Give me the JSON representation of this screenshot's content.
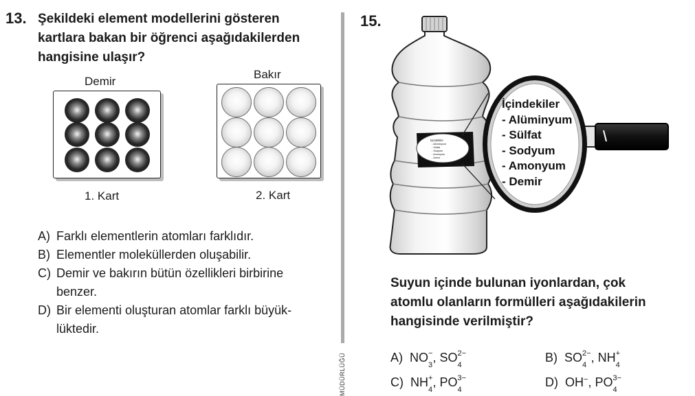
{
  "q13": {
    "number": "13.",
    "text_lines": [
      "Şekildeki element modellerini gösteren",
      "kartlara bakan bir öğrenci aşağıdakilerden",
      "hangisine ulaşır?"
    ],
    "card1": {
      "title": "Demir",
      "caption": "1. Kart"
    },
    "card2": {
      "title": "Bakır",
      "caption": "2. Kart"
    },
    "options": [
      {
        "label": "A)",
        "lines": [
          "Farklı elementlerin atomları farklıdır."
        ]
      },
      {
        "label": "B)",
        "lines": [
          "Elementler moleküllerden oluşabilir."
        ]
      },
      {
        "label": "C)",
        "lines": [
          "Demir ve bakırın bütün özellikleri birbirine",
          "benzer."
        ]
      },
      {
        "label": "D)",
        "lines": [
          "Bir elementi oluşturan atomlar farklı büyük-",
          "lüktedir."
        ]
      }
    ]
  },
  "side_text": "MÜDÜRLÜĞÜ",
  "q15": {
    "number": "15.",
    "magnifier": {
      "title": "İçindekiler",
      "items": [
        "- Alüminyum",
        "- Sülfat",
        "- Sodyum",
        "- Amonyum",
        "- Demir"
      ]
    },
    "small_label": {
      "title": "İçindekiler",
      "items": [
        "- Alüminyum",
        "- Sülfat",
        "- Sodyum",
        "- Amonyum",
        "- Demir"
      ]
    },
    "text_lines": [
      "Suyun içinde bulunan iyonlardan, çok",
      "atomlu olanların formülleri aşağıdakilerin",
      "hangisinde verilmiştir?"
    ],
    "options": {
      "a_label": "A)",
      "b_label": "B)",
      "c_label": "C)",
      "d_label": "D)",
      "a1_base": "NO",
      "a1_sub": "3",
      "a1_sup": "−",
      "a2_base": "SO",
      "a2_sub": "4",
      "a2_sup": "2−",
      "b1_base": "SO",
      "b1_sub": "4",
      "b1_sup": "2−",
      "b2_base": "NH",
      "b2_sub": "4",
      "b2_sup": "+",
      "c1_base": "NH",
      "c1_sub": "4",
      "c1_sup": "+",
      "c2_base": "PO",
      "c2_sub": "4",
      "c2_sup": "3−",
      "d1_base": "OH",
      "d1_sup": "−",
      "d2_base": "PO",
      "d2_sub": "4",
      "d2_sup": "3−",
      "comma": ","
    }
  }
}
